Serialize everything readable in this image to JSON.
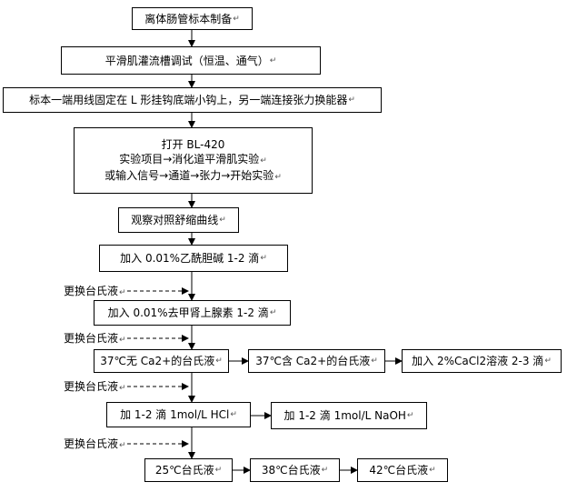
{
  "steps": {
    "s1": "离体肠管标本制备",
    "s2": "平滑肌灌流槽调试（恒温、通气）",
    "s3": "标本一端用线固定在 L 形挂钩底端小钩上，另一端连接张力换能器",
    "s4": [
      "打开 BL-420",
      "实验项目→消化道平滑肌实验",
      "或输入信号→通道→张力→开始实验"
    ],
    "s5": "观察对照舒缩曲线",
    "s6": "加入 0.01%乙酰胆碱 1-2 滴",
    "s7": "加入 0.01%去甲肾上腺素 1-2 滴",
    "s8a": "37℃无 Ca2+的台氏液",
    "s8b": "37℃含 Ca2+的台氏液",
    "s8c": "加入 2%CaCl2溶液 2-3 滴",
    "s9a": "加 1-2 滴 1mol/L HCl",
    "s9b": "加 1-2 滴 1mol/L NaOH",
    "s10a": "25℃台氏液",
    "s10b": "38℃台氏液",
    "s10c": "42℃台氏液"
  },
  "notes": {
    "n1": "更换台氏液",
    "n2": "更换台氏液",
    "n3": "更换台氏液",
    "n4": "更换台氏液"
  },
  "paragraph_mark": "↵"
}
